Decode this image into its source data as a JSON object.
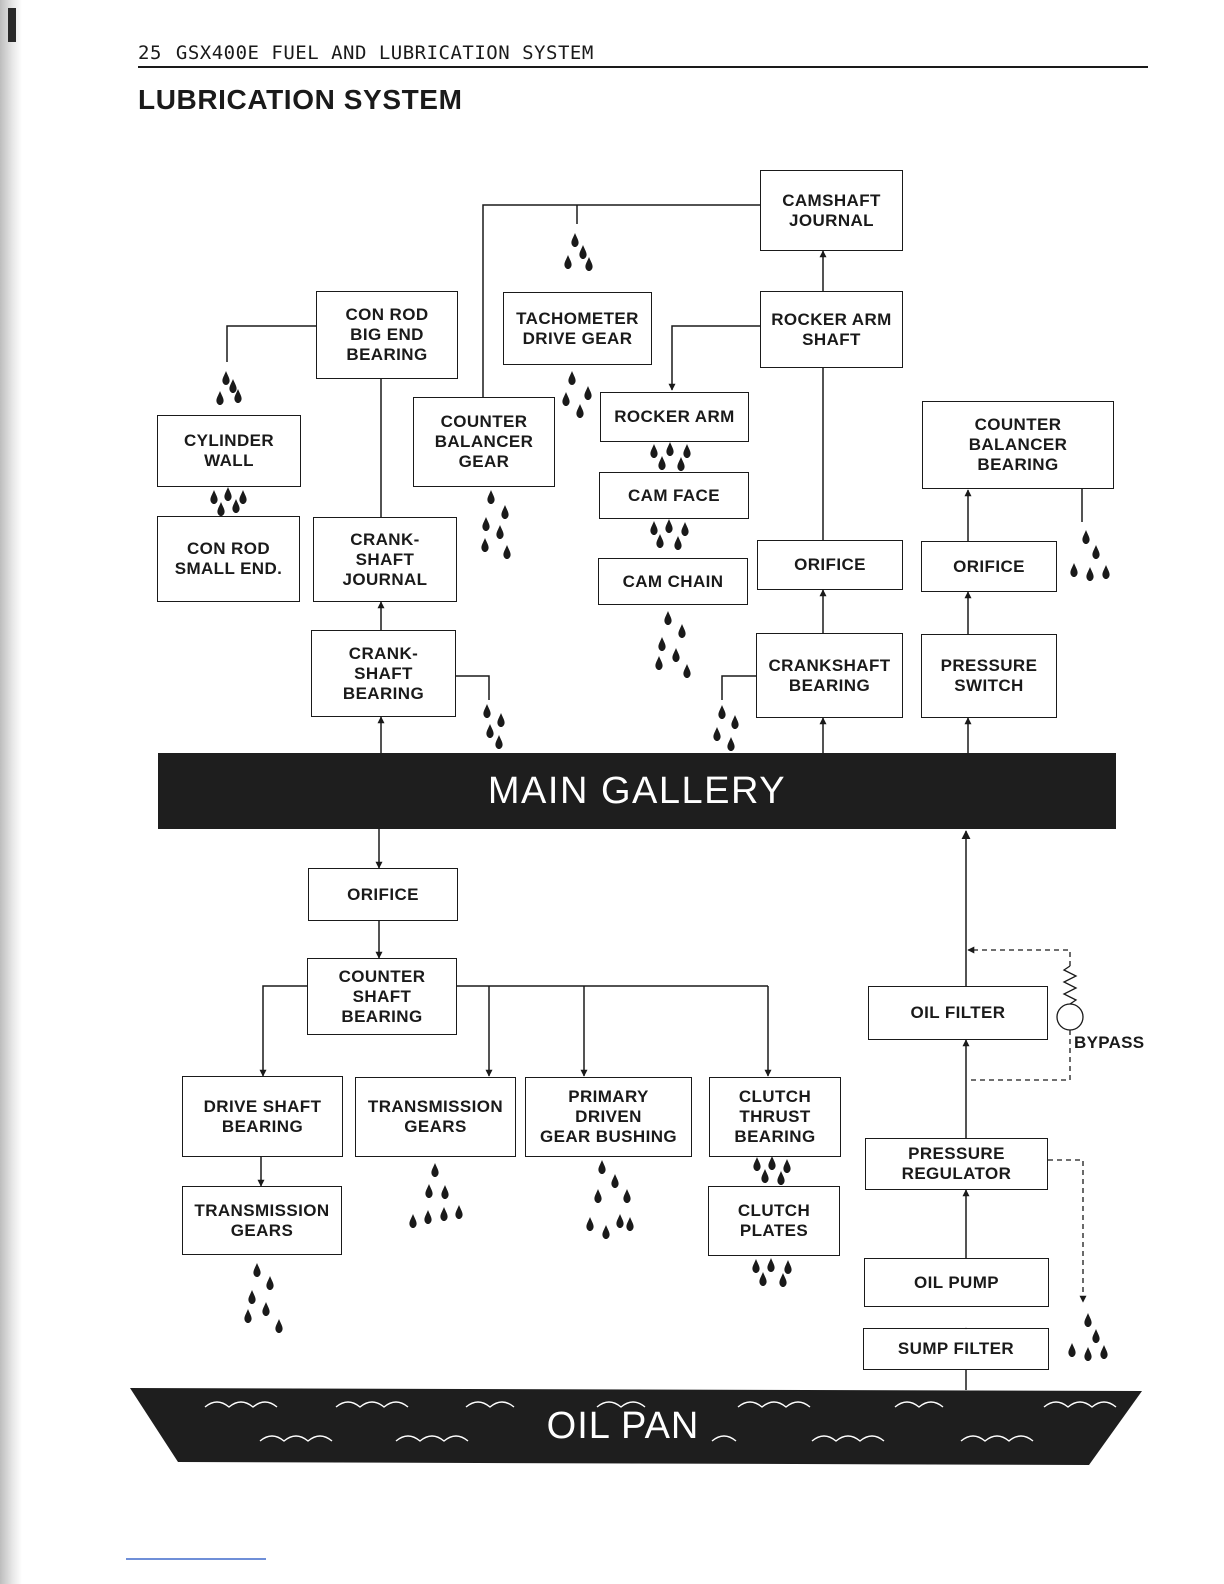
{
  "header": {
    "page_number": "25",
    "section": "GSX400E FUEL AND LUBRICATION SYSTEM",
    "title": "LUBRICATION SYSTEM"
  },
  "diagram": {
    "main_gallery": "MAIN GALLERY",
    "oil_pan": "OIL PAN",
    "bypass": "BYPASS",
    "boxes": {
      "camshaft_journal": "CAMSHAFT\nJOURNAL",
      "con_rod_big_end": "CON ROD\nBIG END\nBEARING",
      "tachometer_drive_gear": "TACHOMETER\nDRIVE GEAR",
      "rocker_arm_shaft": "ROCKER ARM\nSHAFT",
      "cylinder_wall": "CYLINDER\nWALL",
      "counter_balancer_gear": "COUNTER\nBALANCER\nGEAR",
      "rocker_arm": "ROCKER ARM",
      "counter_balancer_bearing": "COUNTER\nBALANCER\nBEARING",
      "cam_face": "CAM FACE",
      "con_rod_small_end": "CON ROD\nSMALL END.",
      "crankshaft_journal": "CRANK-\nSHAFT\nJOURNAL",
      "cam_chain": "CAM CHAIN",
      "orifice_upper_mid": "ORIFICE",
      "orifice_upper_right": "ORIFICE",
      "crankshaft_bearing_left": "CRANK-\nSHAFT\nBEARING",
      "crankshaft_bearing_right": "CRANKSHAFT\nBEARING",
      "pressure_switch": "PRESSURE\nSWITCH",
      "orifice_lower": "ORIFICE",
      "counter_shaft_bearing": "COUNTER\nSHAFT\nBEARING",
      "oil_filter": "OIL FILTER",
      "drive_shaft_bearing": "DRIVE SHAFT\nBEARING",
      "transmission_gears_mid": "TRANSMISSION\nGEARS",
      "primary_driven_gear_bushing": "PRIMARY\nDRIVEN\nGEAR BUSHING",
      "clutch_thrust_bearing": "CLUTCH\nTHRUST\nBEARING",
      "pressure_regulator": "PRESSURE\nREGULATOR",
      "transmission_gears_left": "TRANSMISSION\nGEARS",
      "clutch_plates": "CLUTCH\nPLATES",
      "oil_pump": "OIL PUMP",
      "sump_filter": "SUMP FILTER"
    }
  }
}
